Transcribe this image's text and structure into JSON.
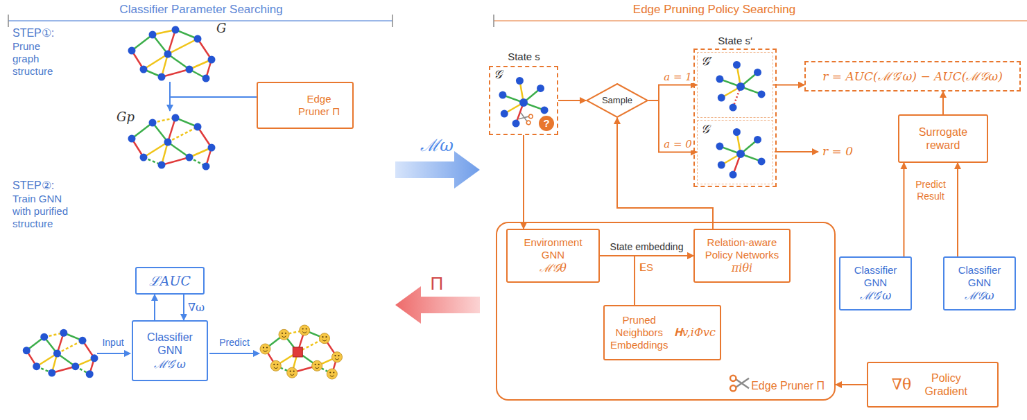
{
  "diagram": {
    "nodes": [
      {
        "text": [
          "Edge Pruner Π"
        ]
      },
      {
        "text": [
          "ℒAUC"
        ]
      },
      {
        "text": [
          "Classifier GNN",
          "ℳ𝒢′ω"
        ]
      },
      {
        "text": [
          "State s",
          "𝒢",
          "?"
        ]
      },
      {
        "text": [
          "Sample"
        ]
      },
      {
        "text": [
          "State s′"
        ]
      },
      {
        "text": [
          "𝒢′"
        ],
        "in": 5
      },
      {
        "text": [
          "𝒢"
        ],
        "in": 5
      },
      {
        "text": [
          "r = AUC(ℳ𝒢′ω) − AUC(ℳ𝒢ω)"
        ]
      },
      {
        "text": [
          "Surrogate reward"
        ]
      },
      {
        "text": [
          "Classifier GNN",
          "ℳ𝒢′ω"
        ]
      },
      {
        "text": [
          "Classifier GNN",
          "ℳ𝒢ω"
        ]
      },
      {
        "text": [
          "Edge Pruner Π"
        ]
      },
      {
        "text": [
          "Environment GNN",
          "ℳ𝒢θ"
        ],
        "in": 12
      },
      {
        "text": [
          "Relation-aware Policy Networks",
          "πiθi"
        ],
        "in": 12
      },
      {
        "text": [
          "Pruned Neighbors Embeddings",
          "𝐇v,iΦvc"
        ],
        "in": 12
      },
      {
        "text": [
          "∇θ",
          "Policy Gradient"
        ]
      }
    ],
    "edges": [
      {
        "from": 2,
        "to": 1,
        "arrow": "to"
      },
      {
        "from": 1,
        "to": 2,
        "arrow": "to",
        "label": "∇ω"
      },
      {
        "from": 3,
        "to": 4,
        "arrow": "to"
      },
      {
        "from": 4,
        "to": 6,
        "arrow": "to",
        "label": "a = 1"
      },
      {
        "from": 4,
        "to": 7,
        "arrow": "to",
        "label": "a = 0"
      },
      {
        "from": 6,
        "to": 8,
        "arrow": "to"
      },
      {
        "from": 3,
        "to": 13,
        "arrow": "to"
      },
      {
        "from": 13,
        "to": 14,
        "arrow": "to",
        "label": "State embedding"
      },
      {
        "from": 15,
        "to": 14,
        "arrow": "to"
      },
      {
        "from": 14,
        "to": 4,
        "arrow": "to"
      },
      {
        "from": 9,
        "to": 8,
        "arrow": "to"
      },
      {
        "from": 10,
        "to": 9,
        "arrow": "to"
      },
      {
        "from": 11,
        "to": 9,
        "arrow": "to"
      },
      {
        "from": 16,
        "to": 12,
        "arrow": "to"
      }
    ],
    "labels": [
      "Classifier Parameter Searching",
      "STEP①:",
      "Prune graph structure",
      "G",
      "Gp",
      "STEP②:",
      "Train GNN with purified structure",
      "Input",
      "Predict",
      "ℳω",
      "Π",
      "Edge Pruning Policy Searching",
      "r = 0",
      "𝐄S",
      "Predict Result"
    ]
  }
}
